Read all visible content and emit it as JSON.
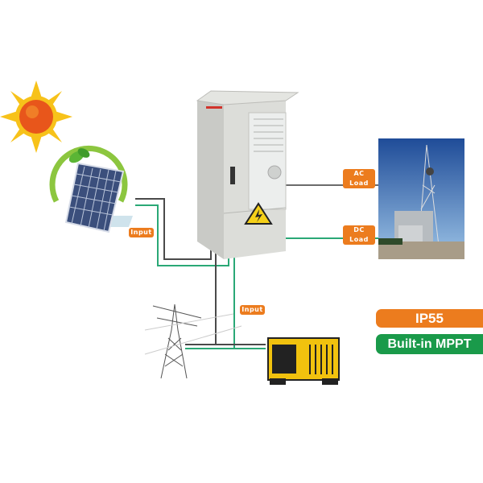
{
  "labels": {
    "ac_load": "AC Load",
    "dc_load": "DC Load",
    "solar_input": "Input",
    "generator_input": "Input"
  },
  "badges": {
    "ip_rating": "IP55",
    "mppt": "Built-in MPPT"
  },
  "colors": {
    "orange": "#ec7c1e",
    "green": "#1a9a4a",
    "dark_wire": "#4a4a4a",
    "green_wire": "#2aa876"
  },
  "icons": [
    "sun-icon",
    "solar-panel-icon",
    "cabinet-icon",
    "warning-icon",
    "telecom-tower-photo",
    "power-pylon-icon",
    "generator-icon"
  ]
}
